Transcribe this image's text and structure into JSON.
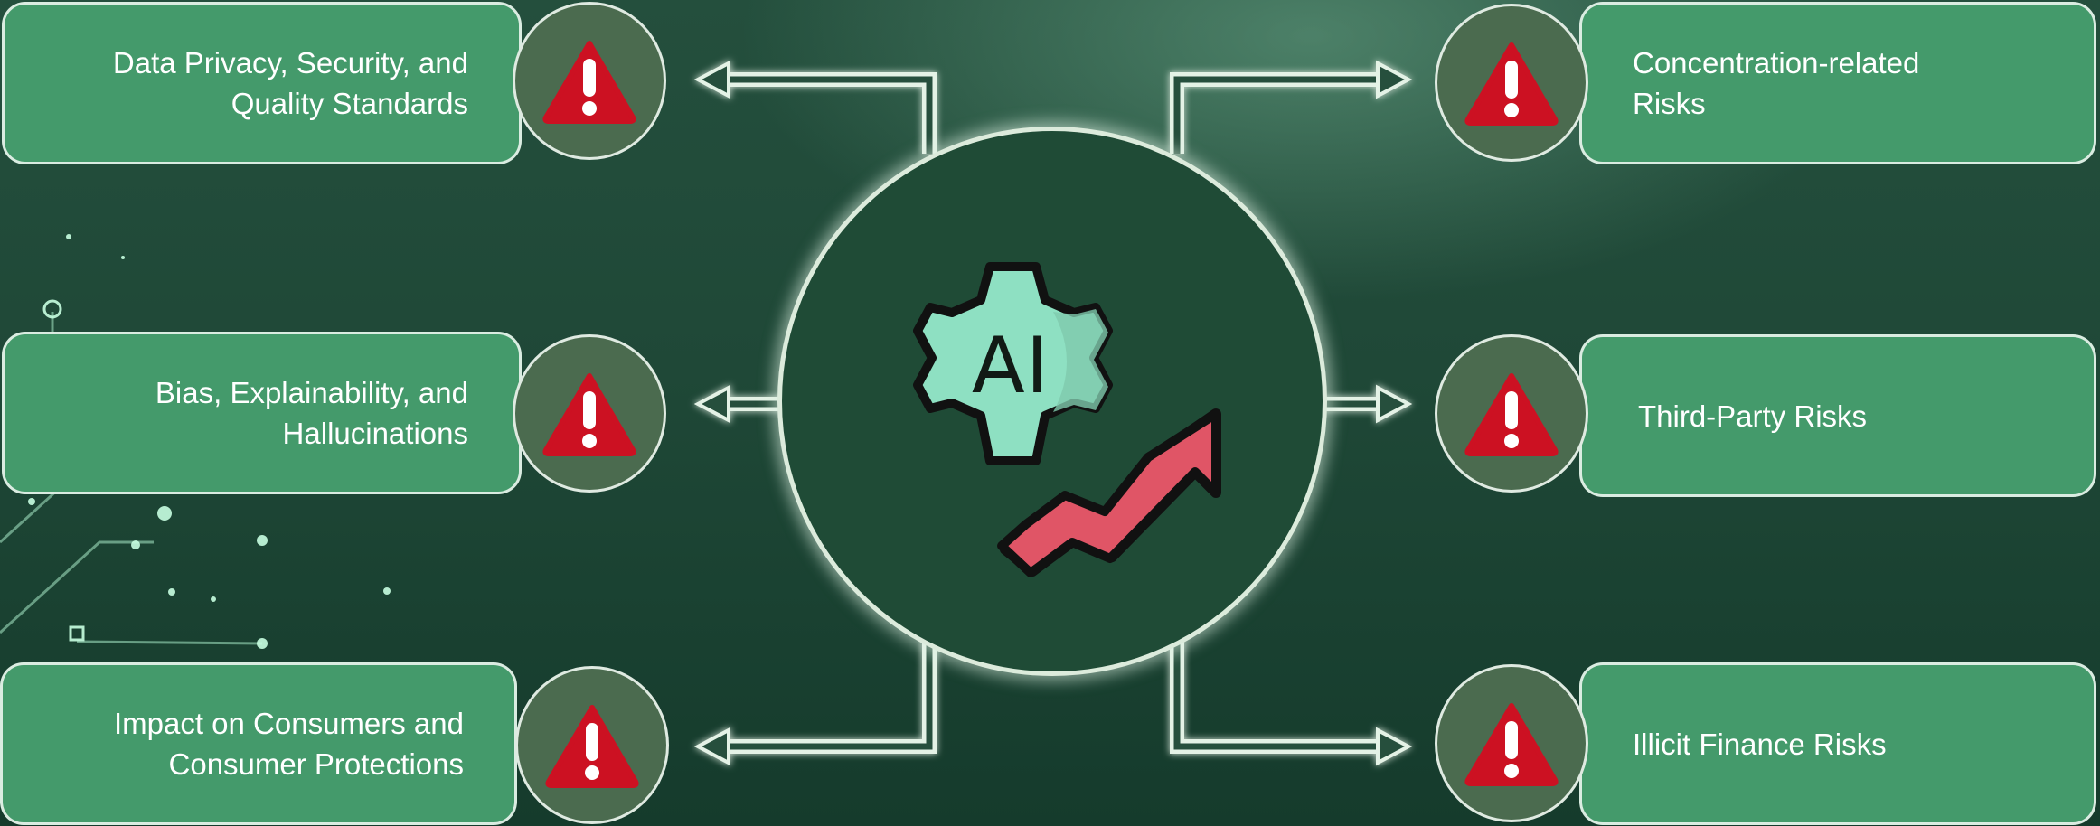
{
  "center": {
    "icon": "ai-gear-trend-icon",
    "gear_text": "AI",
    "colors": {
      "gear": "#8ee0c2",
      "arrow": "#e05566",
      "outline": "#111111"
    }
  },
  "risks_left": [
    {
      "label": "Data Privacy, Security, and\nQuality Standards",
      "icon": "warning-icon"
    },
    {
      "label": "Bias, Explainability, and\nHallucinations",
      "icon": "warning-icon"
    },
    {
      "label": "Impact on Consumers and\nConsumer Protections",
      "icon": "warning-icon"
    }
  ],
  "risks_right": [
    {
      "label": "Concentration-related\nRisks",
      "icon": "warning-icon"
    },
    {
      "label": "Third-Party Risks",
      "icon": "warning-icon"
    },
    {
      "label": "Illicit Finance Risks",
      "icon": "warning-icon"
    }
  ],
  "colors": {
    "background": "#1f4837",
    "box_fill": "#449a6b",
    "box_border": "#ebf5ee",
    "warning_circle": "#4b6b4f",
    "warning_triangle": "#cc1122",
    "connector": "#254f3c"
  }
}
